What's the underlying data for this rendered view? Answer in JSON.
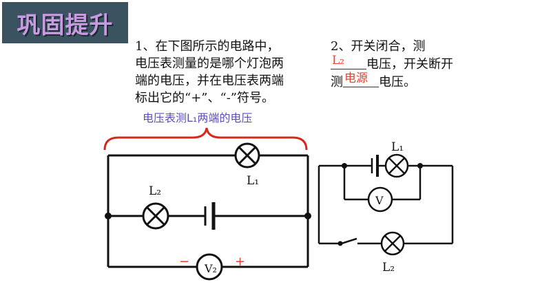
{
  "header": {
    "title": "巩固提升"
  },
  "question1": {
    "lines": [
      "1、在下图所示的电路中，",
      "电压表测量的是哪个灯泡两",
      "端的电压，并在电压表两端",
      "标出它的“+”、“-”符号。"
    ],
    "answer_label": "电压表测L₁两端的电压"
  },
  "question2": {
    "line1": "2、开关闭合，测",
    "line2_answer": "L₂",
    "line2_text": "电压，开关断开",
    "line3_prefix": "测",
    "line3_answer": "电源",
    "line3_text": "电压。"
  },
  "circuit1": {
    "lamp_top_label": "L₁",
    "lamp_mid_label": "L₂",
    "meter_label": "V₂",
    "minus": "−",
    "plus": "+"
  },
  "circuit2": {
    "lamp_top_label": "L₁",
    "meter_label": "V",
    "lamp_bottom_label": "L₂"
  },
  "colors": {
    "answer": "#e8402b",
    "brace": "#d8281c",
    "annotation": "#5b4fb8",
    "title_bg": "#3b5360"
  }
}
